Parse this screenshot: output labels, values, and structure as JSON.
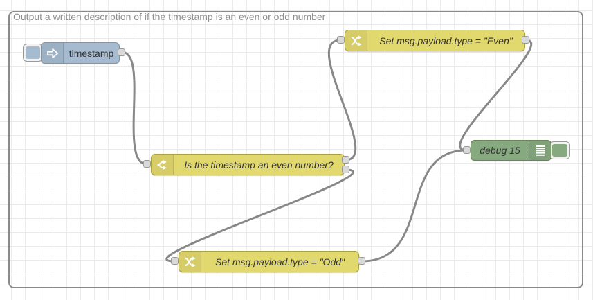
{
  "canvas": {
    "comment": "Output a written description of if the timestamp is an even or odd number"
  },
  "nodes": {
    "inject": {
      "label": "timestamp",
      "type": "inject",
      "color": "#a6bbcf"
    },
    "switch": {
      "label": "Is the timestamp an even number?",
      "type": "switch",
      "color": "#e2d96e",
      "outputs": 2
    },
    "change_even": {
      "label": "Set msg.payload.type = \"Even\"",
      "type": "change",
      "color": "#e2d96e"
    },
    "change_odd": {
      "label": "Set msg.payload.type = \"Odd\"",
      "type": "change",
      "color": "#e2d96e"
    },
    "debug": {
      "label": "debug 15",
      "type": "debug",
      "color": "#87a980"
    }
  },
  "connections": [
    {
      "from": "timestamp",
      "to": "Is the timestamp an even number?"
    },
    {
      "from": "Is the timestamp an even number? (output 1)",
      "to": "Set msg.payload.type = \"Even\""
    },
    {
      "from": "Is the timestamp an even number? (output 2)",
      "to": "Set msg.payload.type = \"Odd\""
    },
    {
      "from": "Set msg.payload.type = \"Even\"",
      "to": "debug 15"
    },
    {
      "from": "Set msg.payload.type = \"Odd\"",
      "to": "debug 15"
    }
  ],
  "colors": {
    "wire": "#888888",
    "grid_line": "#ebebeb",
    "boundary": "#8a8a8a",
    "port_fill": "#d9d9d9",
    "comment_text": "#8f8f8f",
    "node_label": "#333333"
  }
}
